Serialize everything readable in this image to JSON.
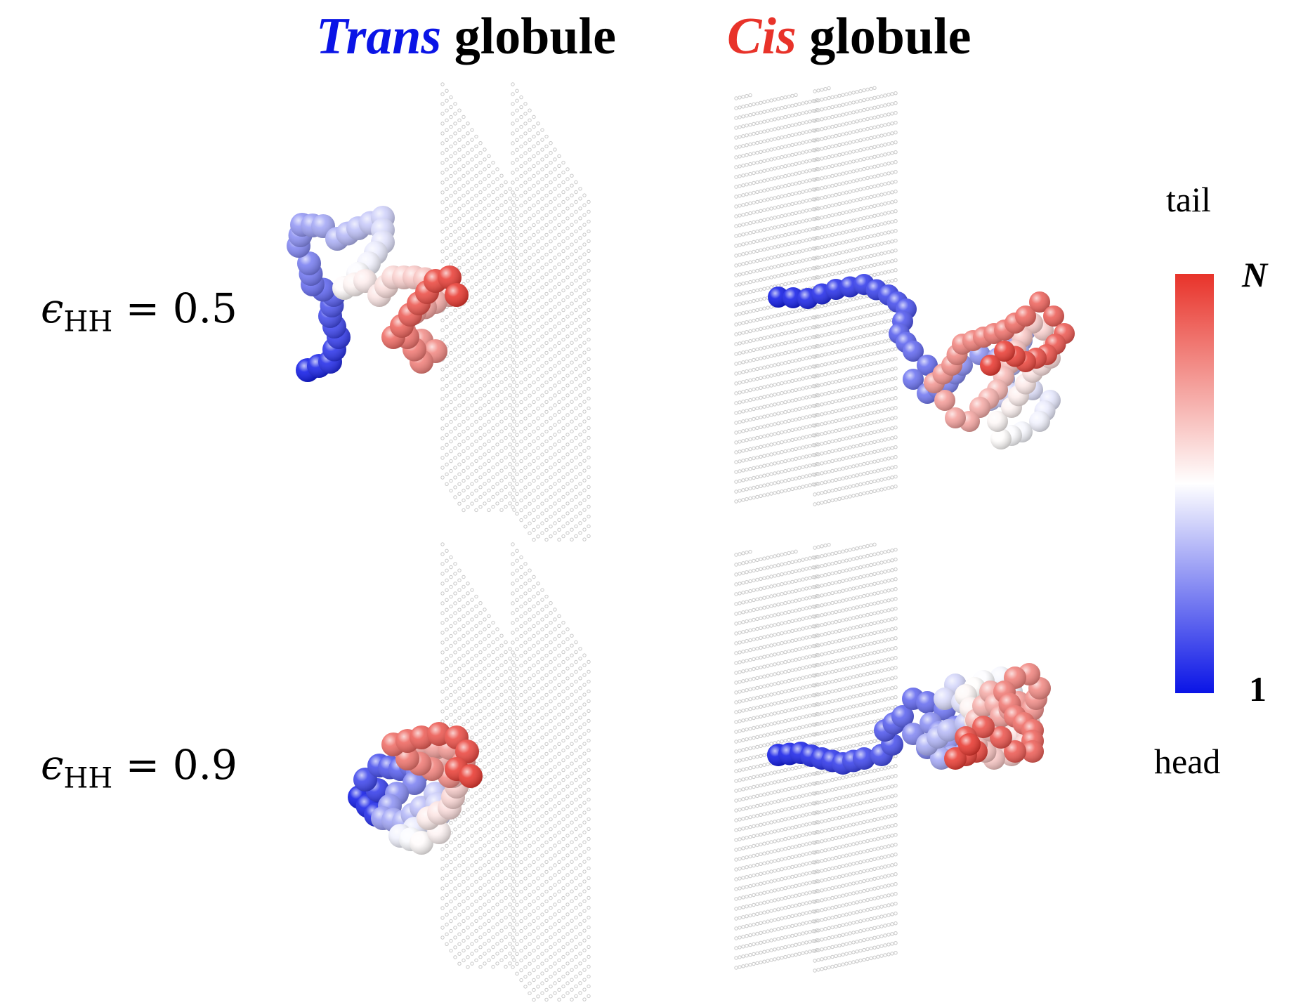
{
  "titles": {
    "trans_word": "Trans",
    "trans_rest": " globule",
    "cis_word": "Cis",
    "cis_rest": " globule"
  },
  "rows": [
    {
      "symbol": "ϵ",
      "subscript": "HH",
      "value": " = 0.5"
    },
    {
      "symbol": "ϵ",
      "subscript": "HH",
      "value": " = 0.9"
    }
  ],
  "colorbar": {
    "top_label": "tail",
    "bottom_label": "head",
    "max_label": "N",
    "min_label": "1"
  },
  "colors": {
    "trans": "#0a14e6",
    "cis": "#e8332a",
    "head": "#0a14e6",
    "mid": "#ffffff",
    "tail": "#e8332a",
    "membrane": "#c8c8c8"
  },
  "icons": [
    "membrane-lattice",
    "bead-chain"
  ]
}
